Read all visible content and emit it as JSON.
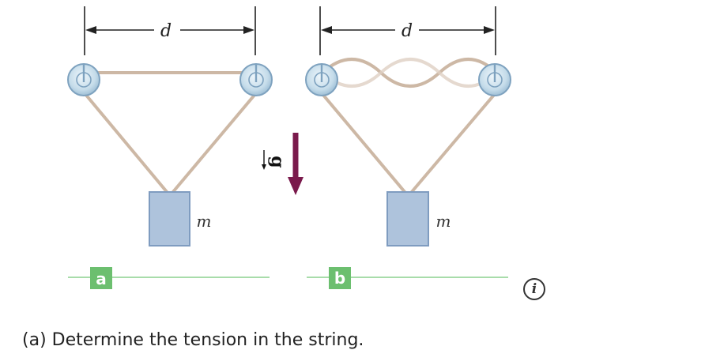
{
  "figure": {
    "dimension_label": "d",
    "mass_label": "m",
    "gravity_label": "g",
    "panels": [
      {
        "letter": "a"
      },
      {
        "letter": "b"
      }
    ],
    "colors": {
      "string": "#cdb8a5",
      "block": "#aec3dc",
      "block_edge": "#7f9cc0",
      "arrow": "#7a1a4c",
      "tag": "#6cbf6f",
      "pulley": "#c5dcea",
      "pulley_edge": "#7ea2bf"
    }
  },
  "info_icon": "info-icon",
  "question": {
    "text": "(a) Determine the tension in the string."
  }
}
